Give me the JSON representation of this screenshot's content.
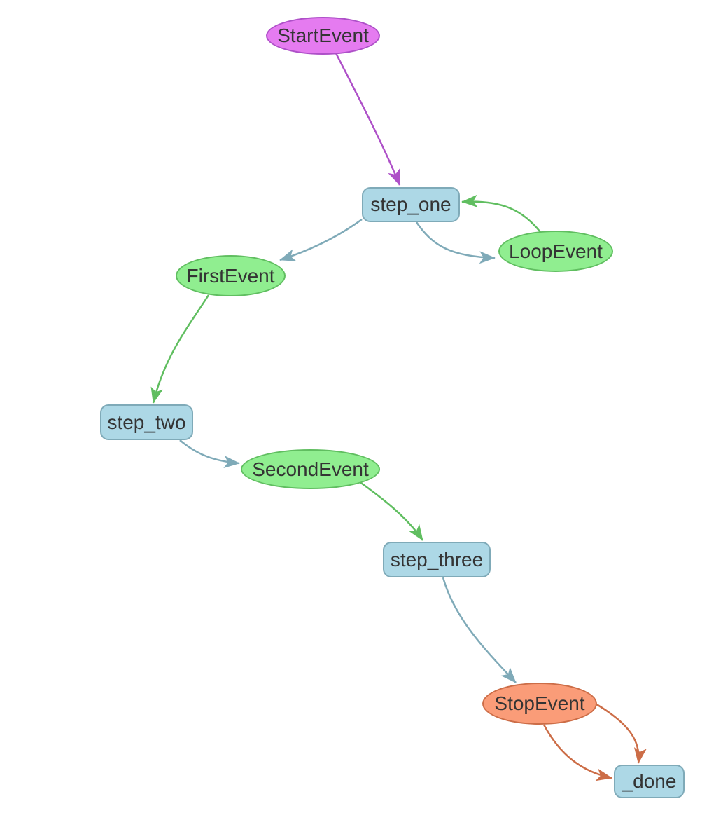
{
  "graph": {
    "nodes": [
      {
        "id": "StartEvent",
        "label": "StartEvent",
        "type": "start-event",
        "shape": "ellipse",
        "fill": "#E57BF0",
        "border": "#AE50C8"
      },
      {
        "id": "step_one",
        "label": "step_one",
        "type": "step",
        "shape": "box",
        "fill": "#ADD8E6",
        "border": "#7FAAB8"
      },
      {
        "id": "LoopEvent",
        "label": "LoopEvent",
        "type": "event",
        "shape": "ellipse",
        "fill": "#90EE90",
        "border": "#60BE60"
      },
      {
        "id": "FirstEvent",
        "label": "FirstEvent",
        "type": "event",
        "shape": "ellipse",
        "fill": "#90EE90",
        "border": "#60BE60"
      },
      {
        "id": "step_two",
        "label": "step_two",
        "type": "step",
        "shape": "box",
        "fill": "#ADD8E6",
        "border": "#7FAAB8"
      },
      {
        "id": "SecondEvent",
        "label": "SecondEvent",
        "type": "event",
        "shape": "ellipse",
        "fill": "#90EE90",
        "border": "#60BE60"
      },
      {
        "id": "step_three",
        "label": "step_three",
        "type": "step",
        "shape": "box",
        "fill": "#ADD8E6",
        "border": "#7FAAB8"
      },
      {
        "id": "StopEvent",
        "label": "StopEvent",
        "type": "stop-event",
        "shape": "ellipse",
        "fill": "#FA9C78",
        "border": "#CC6D47"
      },
      {
        "id": "_done",
        "label": "_done",
        "type": "step",
        "shape": "box",
        "fill": "#ADD8E6",
        "border": "#7FAAB8"
      }
    ],
    "edges": [
      {
        "from": "StartEvent",
        "to": "step_one",
        "color": "#AE50C8"
      },
      {
        "from": "step_one",
        "to": "FirstEvent",
        "color": "#7FAAB8"
      },
      {
        "from": "step_one",
        "to": "LoopEvent",
        "color": "#7FAAB8"
      },
      {
        "from": "LoopEvent",
        "to": "step_one",
        "color": "#60BE60"
      },
      {
        "from": "FirstEvent",
        "to": "step_two",
        "color": "#60BE60"
      },
      {
        "from": "step_two",
        "to": "SecondEvent",
        "color": "#7FAAB8"
      },
      {
        "from": "SecondEvent",
        "to": "step_three",
        "color": "#60BE60"
      },
      {
        "from": "step_three",
        "to": "StopEvent",
        "color": "#7FAAB8"
      },
      {
        "from": "StopEvent",
        "to": "_done",
        "color": "#CC6D47"
      },
      {
        "from": "StopEvent",
        "to": "_done",
        "color": "#CC6D47"
      }
    ],
    "colors": {
      "background": "#FFFFFF",
      "text": "#343434",
      "edge_purple": "#AE50C8",
      "edge_steel": "#7FAAB8",
      "edge_green": "#60BE60",
      "edge_orange": "#CC6D47"
    }
  }
}
